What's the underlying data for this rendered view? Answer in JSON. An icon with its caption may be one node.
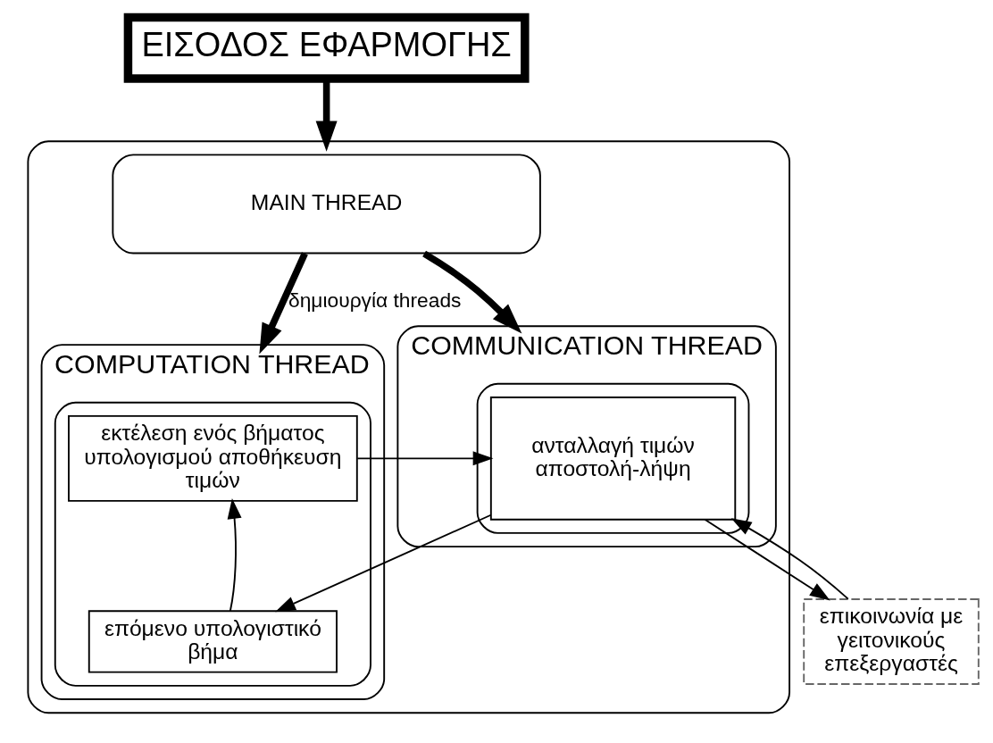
{
  "diagram": {
    "nodes": [
      {
        "text": [
          "ΕΙΣΟΔΟΣ ΕΦΑΡΜΟΓΗΣ"
        ]
      },
      {
        "text": [],
        "shape": "box"
      },
      {
        "text": [
          "MAIN THREAD"
        ],
        "in": 1
      },
      {
        "text": [
          "COMPUTATION THREAD"
        ],
        "in": 1
      },
      {
        "text": [],
        "shape": "box",
        "in": 3
      },
      {
        "text": [
          "εκτέλεση ενός βήματος υπολογισμού αποθήκευση τιμών"
        ],
        "in": 4
      },
      {
        "text": [
          "επόμενο υπολογιστικό βήμα"
        ],
        "in": 4
      },
      {
        "text": [
          "COMMUNICATION THREAD"
        ],
        "in": 1
      },
      {
        "text": [],
        "shape": "box",
        "in": 7
      },
      {
        "text": [
          "ανταλλαγή τιμών αποστολή-λήψη"
        ],
        "in": 8
      },
      {
        "text": [
          "επικοινωνία με γειτονικούς επεξεργαστές"
        ]
      }
    ],
    "edges": [
      {
        "from": 0,
        "to": 1,
        "arrow": "to",
        "style": "thick"
      },
      {
        "from": 2,
        "to": 3,
        "arrow": "to",
        "style": "thick",
        "label": "δημιουργία threads"
      },
      {
        "from": 2,
        "to": 7,
        "arrow": "to",
        "style": "thick"
      },
      {
        "from": 5,
        "to": 9,
        "arrow": "to"
      },
      {
        "from": 9,
        "to": 6,
        "arrow": "to"
      },
      {
        "from": 6,
        "to": 5,
        "arrow": "to"
      },
      {
        "from": 9,
        "to": 10,
        "arrow": "to"
      },
      {
        "from": 10,
        "to": 9,
        "arrow": "to"
      }
    ]
  }
}
